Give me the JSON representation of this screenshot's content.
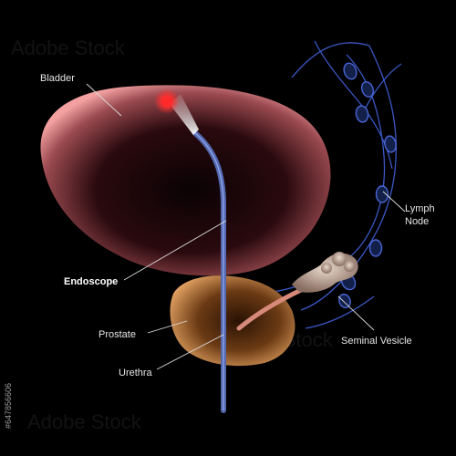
{
  "labels": {
    "bladder": "Bladder",
    "lymph_line1": "Lymph",
    "lymph_line2": "Node",
    "endoscope": "Endoscope",
    "prostate": "Prostate",
    "seminal_vesicle": "Seminal Vesicle",
    "urethra": "Urethra"
  },
  "watermark": {
    "text": "Adobe Stock",
    "stock_id": "#647856606"
  },
  "colors": {
    "background": "#000000",
    "bladder": "#e88b8b",
    "prostate": "#c98a4a",
    "endoscope": "#5468b0",
    "lymph_vessel": "#3b57c4",
    "seminal_vesicle": "#a89084",
    "tumor": "#ff3b3b"
  }
}
